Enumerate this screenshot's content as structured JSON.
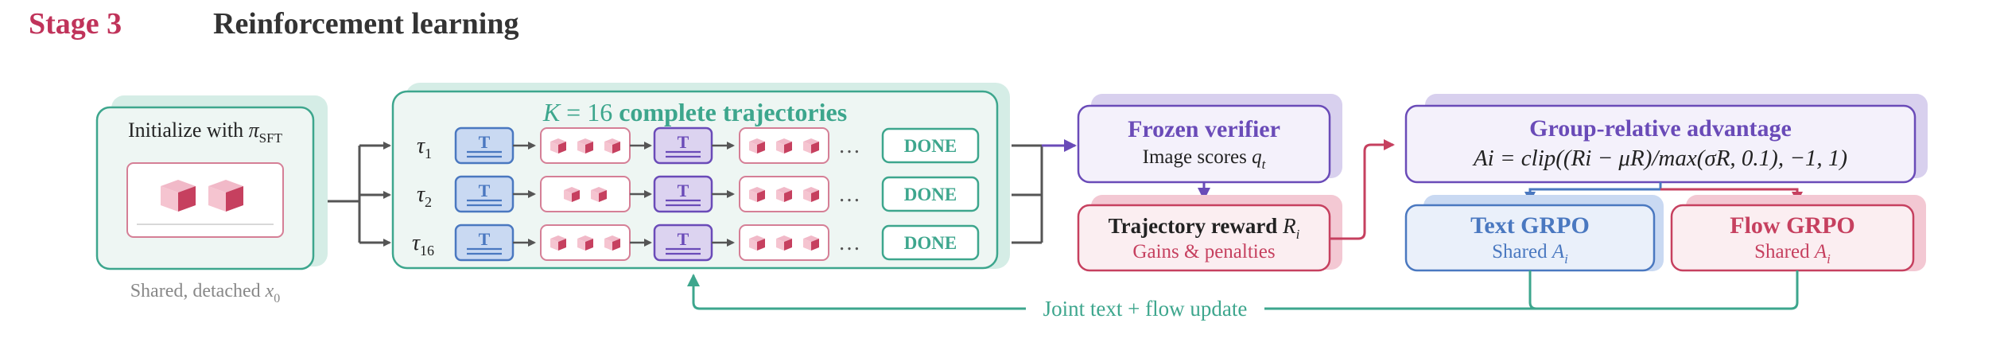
{
  "header": {
    "stage_label": "Stage 3",
    "stage_title": "Reinforcement learning"
  },
  "init_block": {
    "title_prefix": "Initialize with ",
    "title_symbol": "π",
    "title_sub": "SFT",
    "caption_prefix": "Shared, detached ",
    "caption_symbol": "x",
    "caption_sub": "0"
  },
  "trajectories": {
    "title_var": "K",
    "title_eq": " = 16 ",
    "title_text": "complete trajectories",
    "rows": [
      {
        "tau": "τ",
        "sub": "1",
        "text_token": "T",
        "mid_token": "T",
        "ellipsis": "…",
        "done": "DONE"
      },
      {
        "tau": "τ",
        "sub": "2",
        "text_token": "T",
        "mid_token": "T",
        "ellipsis": "…",
        "done": "DONE"
      },
      {
        "tau": "τ",
        "sub": "16",
        "text_token": "T",
        "mid_token": "T",
        "ellipsis": "…",
        "done": "DONE"
      }
    ]
  },
  "verifier": {
    "title": "Frozen verifier",
    "line_prefix": "Image scores ",
    "line_var": "q",
    "line_sub": "t"
  },
  "reward": {
    "title": "Trajectory reward ",
    "title_var": "R",
    "title_sub": "i",
    "subtitle": "Gains & penalties"
  },
  "advantage": {
    "title": "Group-relative advantage",
    "formula": "Ai = clip((Ri − μR)/max(σR, 0.1), −1, 1)"
  },
  "text_grpo": {
    "title": "Text GRPO",
    "sub_prefix": "Shared ",
    "sub_var": "A",
    "sub_sub": "i"
  },
  "flow_grpo": {
    "title": "Flow GRPO",
    "sub_prefix": "Shared ",
    "sub_var": "A",
    "sub_sub": "i"
  },
  "feedback": {
    "label": "Joint text + flow update"
  },
  "colors": {
    "stage_red": "#c0335a",
    "teal": "#3da68d",
    "purple": "#6a4bb8",
    "blue": "#4a78c0",
    "pink": "#c6405f",
    "gray_text": "#888888",
    "dark": "#333333"
  }
}
